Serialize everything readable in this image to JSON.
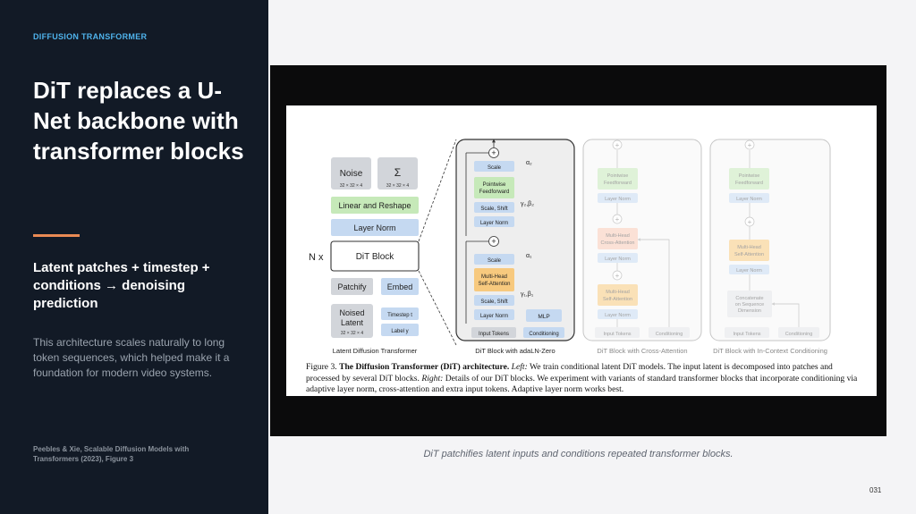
{
  "sidebar": {
    "eyebrow": "DIFFUSION TRANSFORMER",
    "title": "DiT replaces a U-Net backbone with transformer blocks",
    "subtitle": "Latent patches + timestep + conditions → denoising prediction",
    "body": "This architecture scales naturally to long token sequences, which helped make it a foundation for modern video systems.",
    "citation": "Peebles & Xie, Scalable Diffusion Models with Transformers (2023), Figure 3"
  },
  "figure": {
    "left": {
      "noise": "Noise",
      "noise_dim": "32 × 32 × 4",
      "sigma": "Σ",
      "sigma_dim": "32 × 32 × 4",
      "linear_reshape": "Linear and Reshape",
      "layer_norm": "Layer Norm",
      "nx": "N x",
      "dit_block": "DiT Block",
      "patchify": "Patchify",
      "embed": "Embed",
      "noised_latent_1": "Noised",
      "noised_latent_2": "Latent",
      "noised_dim": "32 × 32 × 4",
      "timestep": "Timestep t",
      "label": "Label y",
      "caption": "Latent Diffusion Transformer"
    },
    "adaln": {
      "scale_top": "Scale",
      "ff_1": "Pointwise",
      "ff_2": "Feedforward",
      "scale_shift_top": "Scale, Shift",
      "ln_top": "Layer Norm",
      "scale_bottom": "Scale",
      "mhsa_1": "Multi-Head",
      "mhsa_2": "Self-Attention",
      "scale_shift_bottom": "Scale, Shift",
      "ln_bottom": "Layer Norm",
      "mlp": "MLP",
      "input_tokens": "Input Tokens",
      "conditioning": "Conditioning",
      "alpha2": "α₂",
      "gb2": "γ₂,β₂",
      "alpha1": "α₁",
      "gb1": "γ₁,β₁",
      "caption": "DiT Block with adaLN-Zero"
    },
    "cross": {
      "ff_1": "Pointwise",
      "ff_2": "Feedforward",
      "ln1": "Layer Norm",
      "mhca_1": "Multi-Head",
      "mhca_2": "Cross-Attention",
      "ln2": "Layer Norm",
      "mhsa_1": "Multi-Head",
      "mhsa_2": "Self-Attention",
      "ln3": "Layer Norm",
      "input_tokens": "Input Tokens",
      "conditioning": "Conditioning",
      "caption": "DiT Block with Cross-Attention"
    },
    "incontext": {
      "ff_1": "Pointwise",
      "ff_2": "Feedforward",
      "ln1": "Layer Norm",
      "mhsa_1": "Multi-Head",
      "mhsa_2": "Self-Attention",
      "ln2": "Layer Norm",
      "concat_1": "Concatenate",
      "concat_2": "on Sequence",
      "concat_3": "Dimension",
      "input_tokens": "Input Tokens",
      "conditioning": "Conditioning",
      "caption": "DiT Block with In-Context Conditioning"
    },
    "paper_caption_label": "Figure 3.",
    "paper_caption_bold": "The Diffusion Transformer (DiT) architecture.",
    "paper_caption_left": "Left:",
    "paper_caption_text1": "We train conditional latent DiT models. The input latent is decomposed into patches and processed by several DiT blocks.",
    "paper_caption_right": "Right:",
    "paper_caption_text2": "Details of our DiT blocks. We experiment with variants of standard transformer blocks that incorporate conditioning via adaptive layer norm, cross-attention and extra input tokens. Adaptive layer norm works best."
  },
  "caption": "DiT patchifies latent inputs and conditions repeated transformer blocks.",
  "page_number": "031"
}
